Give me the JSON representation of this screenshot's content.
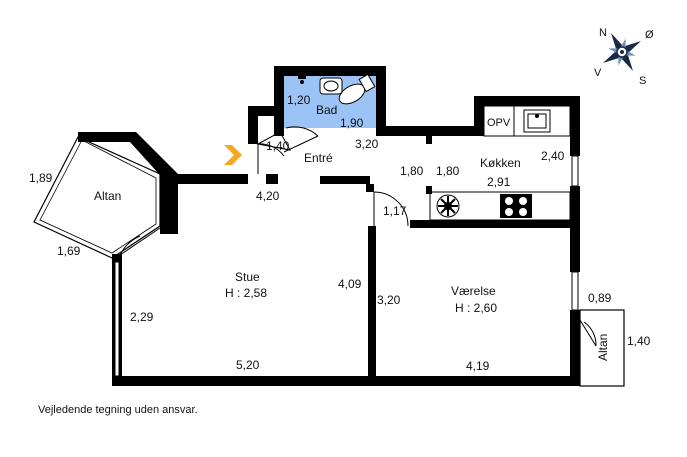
{
  "rooms": {
    "bad": "Bad",
    "entre": "Entré",
    "kokken": "Køkken",
    "opv": "OPV",
    "altan_left": "Altan",
    "altan_right": "Altan",
    "stue": "Stue",
    "stue_height": "H : 2,58",
    "vaerelse": "Værelse",
    "vaerelse_height": "H : 2,60"
  },
  "dimensions": {
    "bad_height": "1,20",
    "bad_width": "1,90",
    "entre_left": "1,40",
    "entre_width": "3,20",
    "hall_a": "1,80",
    "hall_b": "1,80",
    "kitchen_width": "2,91",
    "kitchen_height": "2,40",
    "door_small": "1,17",
    "stue_top": "4,20",
    "stue_right": "4,09",
    "stue_bottom": "5,20",
    "stue_left": "2,29",
    "vaerelse_left": "3,20",
    "vaerelse_bottom": "4,19",
    "altan_left_top": "1,89",
    "altan_left_bottom": "1,69",
    "altan_right_top": "0,89",
    "altan_right_side": "1,40"
  },
  "compass": {
    "n": "N",
    "o": "Ø",
    "s": "S",
    "v": "V"
  },
  "colors": {
    "wall": "#000000",
    "bathroom": "#9cc3f5",
    "entry_arrow": "#f5a623"
  },
  "footer": {
    "disclaimer": "Vejledende tegning uden ansvar."
  }
}
